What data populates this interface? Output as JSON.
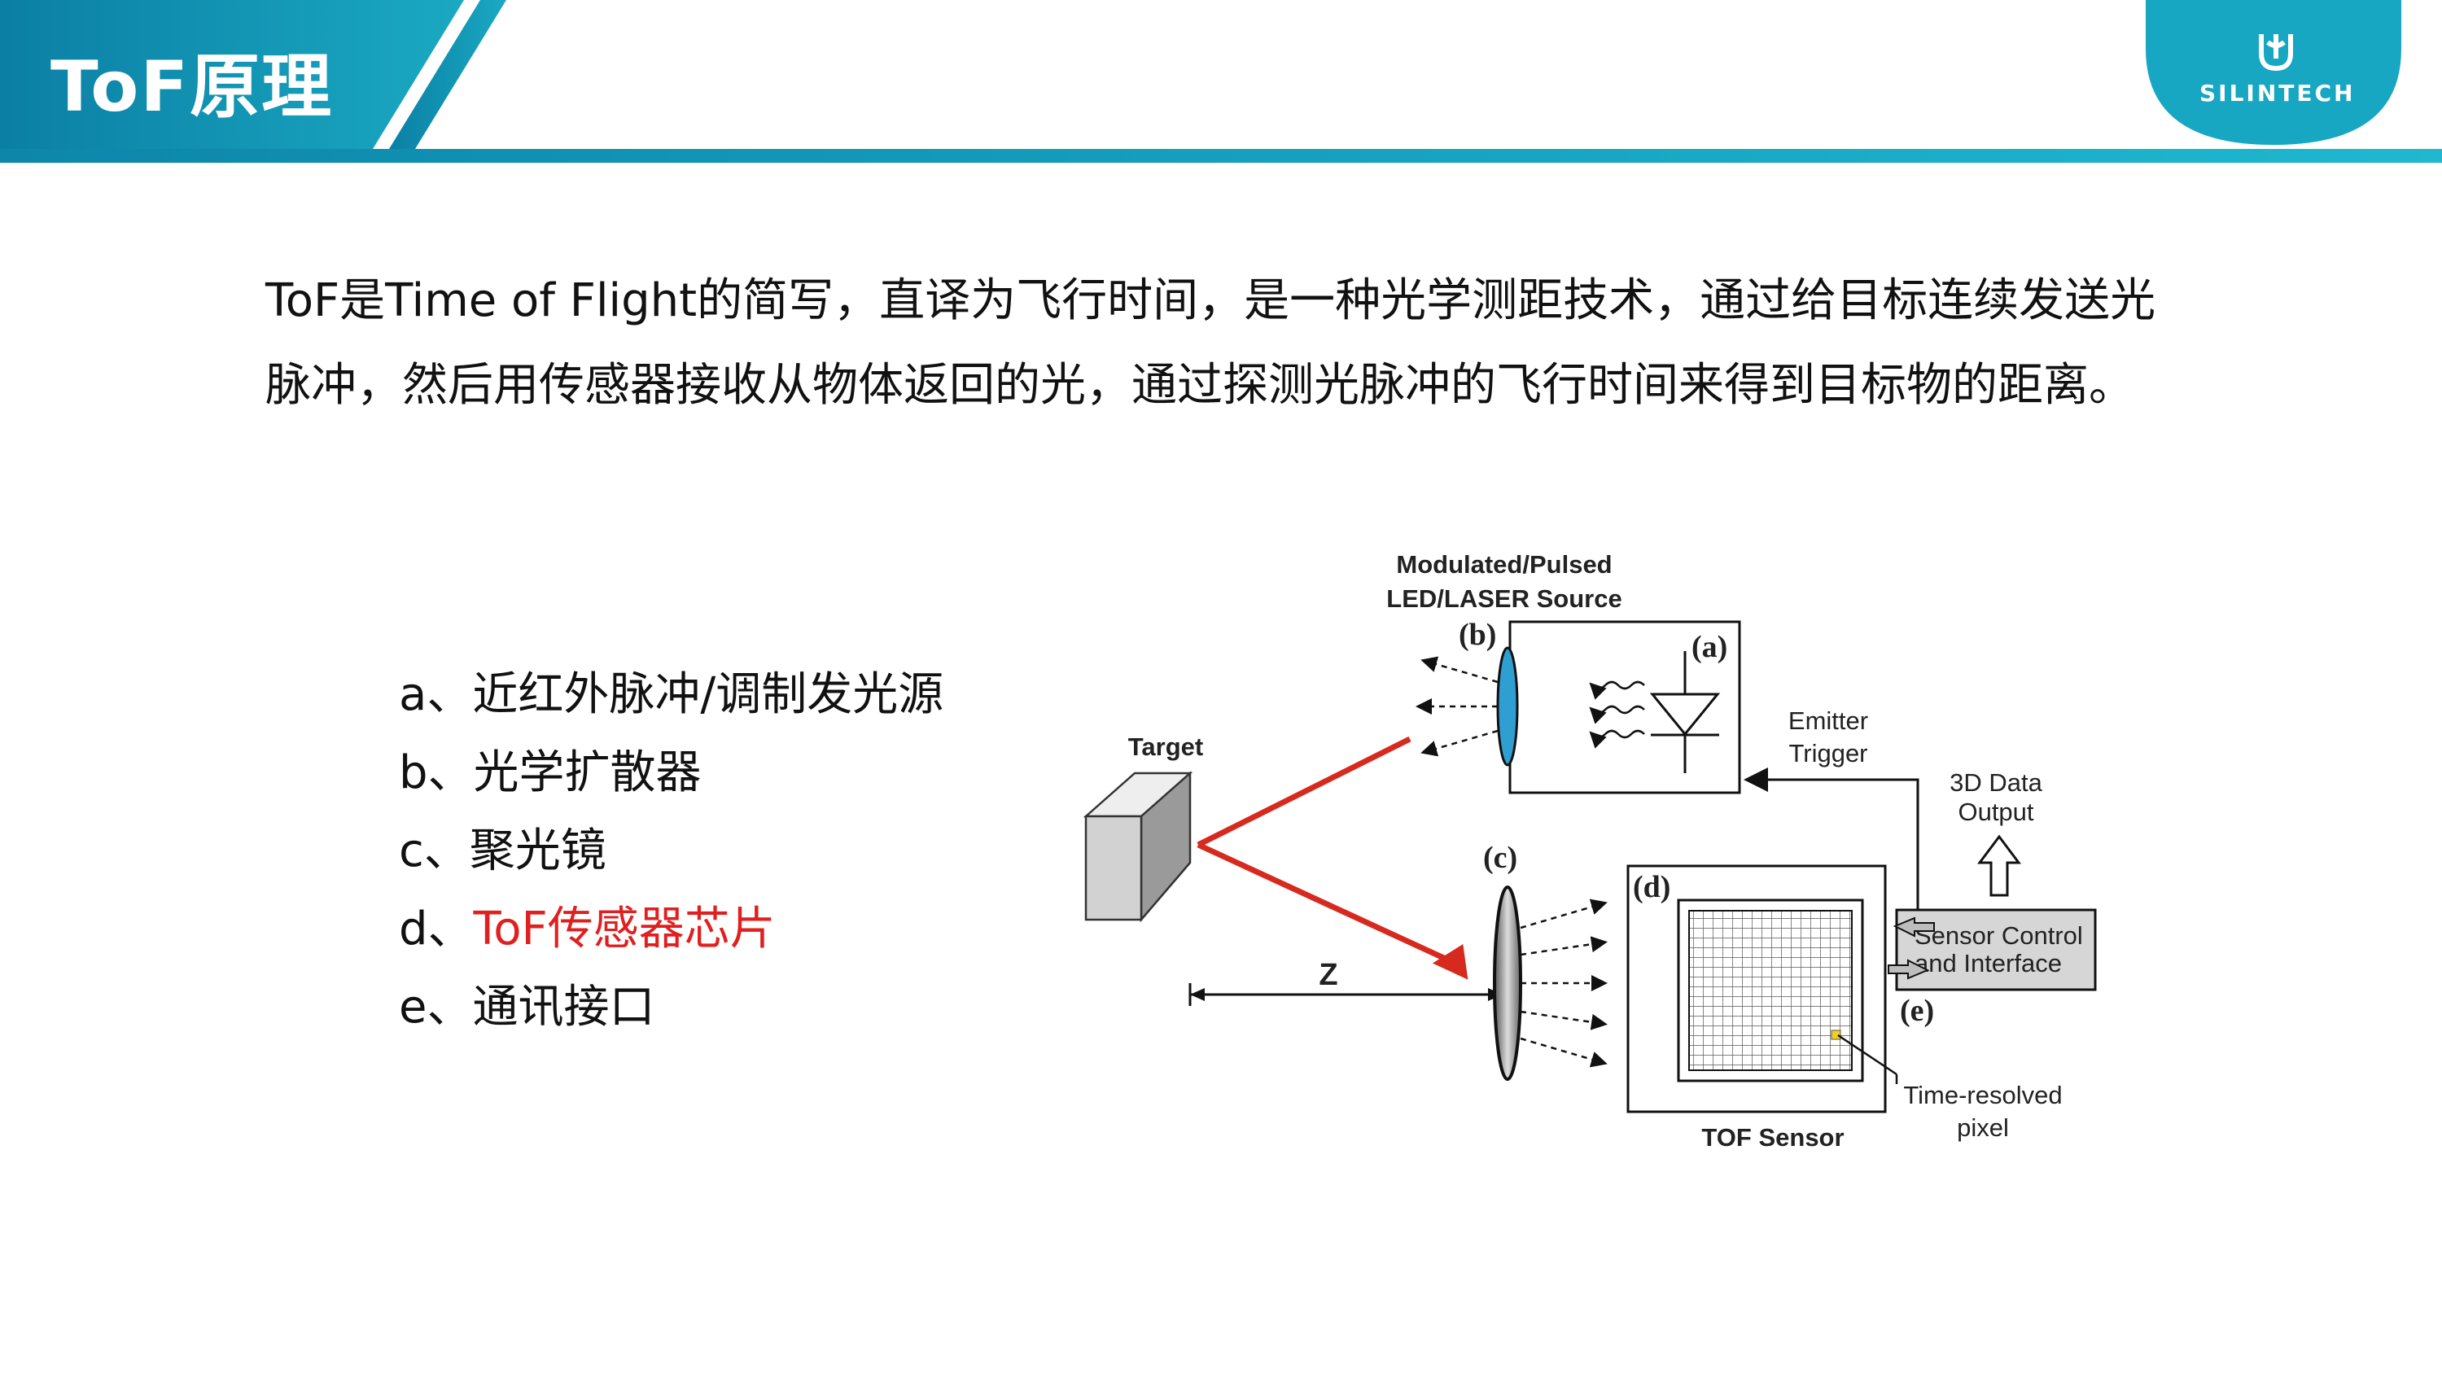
{
  "header": {
    "title": "ToF原理",
    "logo_text": "SILINTECH",
    "colors": {
      "band_dark": "#0d83a8",
      "band_light": "#19b0c8",
      "accent_red": "#e02020"
    }
  },
  "intro": {
    "line1": "ToF是Time of Flight的简写，直译为飞行时间，是一种光学测距技术，通过给目标连续发送光",
    "line2": "脉冲，然后用传感器接收从物体返回的光，通过探测光脉冲的飞行时间来得到目标物的距离。"
  },
  "components": [
    {
      "prefix": "a、",
      "label": "近红外脉冲/调制发光源",
      "highlight": false
    },
    {
      "prefix": "b、",
      "label": "光学扩散器",
      "highlight": false
    },
    {
      "prefix": "c、",
      "label": "聚光镜",
      "highlight": false
    },
    {
      "prefix": "d、",
      "label": "ToF传感器芯片",
      "highlight": true
    },
    {
      "prefix": "e、",
      "label": "通讯接口",
      "highlight": false
    }
  ],
  "diagram": {
    "source_title_1": "Modulated/Pulsed",
    "source_title_2": "LED/LASER Source",
    "marker_a": "(a)",
    "marker_b": "(b)",
    "marker_c": "(c)",
    "marker_d": "(d)",
    "marker_e": "(e)",
    "target_label": "Target",
    "emitter_1": "Emitter",
    "emitter_2": "Trigger",
    "output_1": "3D Data",
    "output_2": "Output",
    "sensor_ctrl_1": "Sensor Control",
    "sensor_ctrl_2": "and Interface",
    "z_label": "Z",
    "pixel_1": "Time-resolved",
    "pixel_2": "pixel",
    "tof_sensor": "TOF Sensor"
  }
}
